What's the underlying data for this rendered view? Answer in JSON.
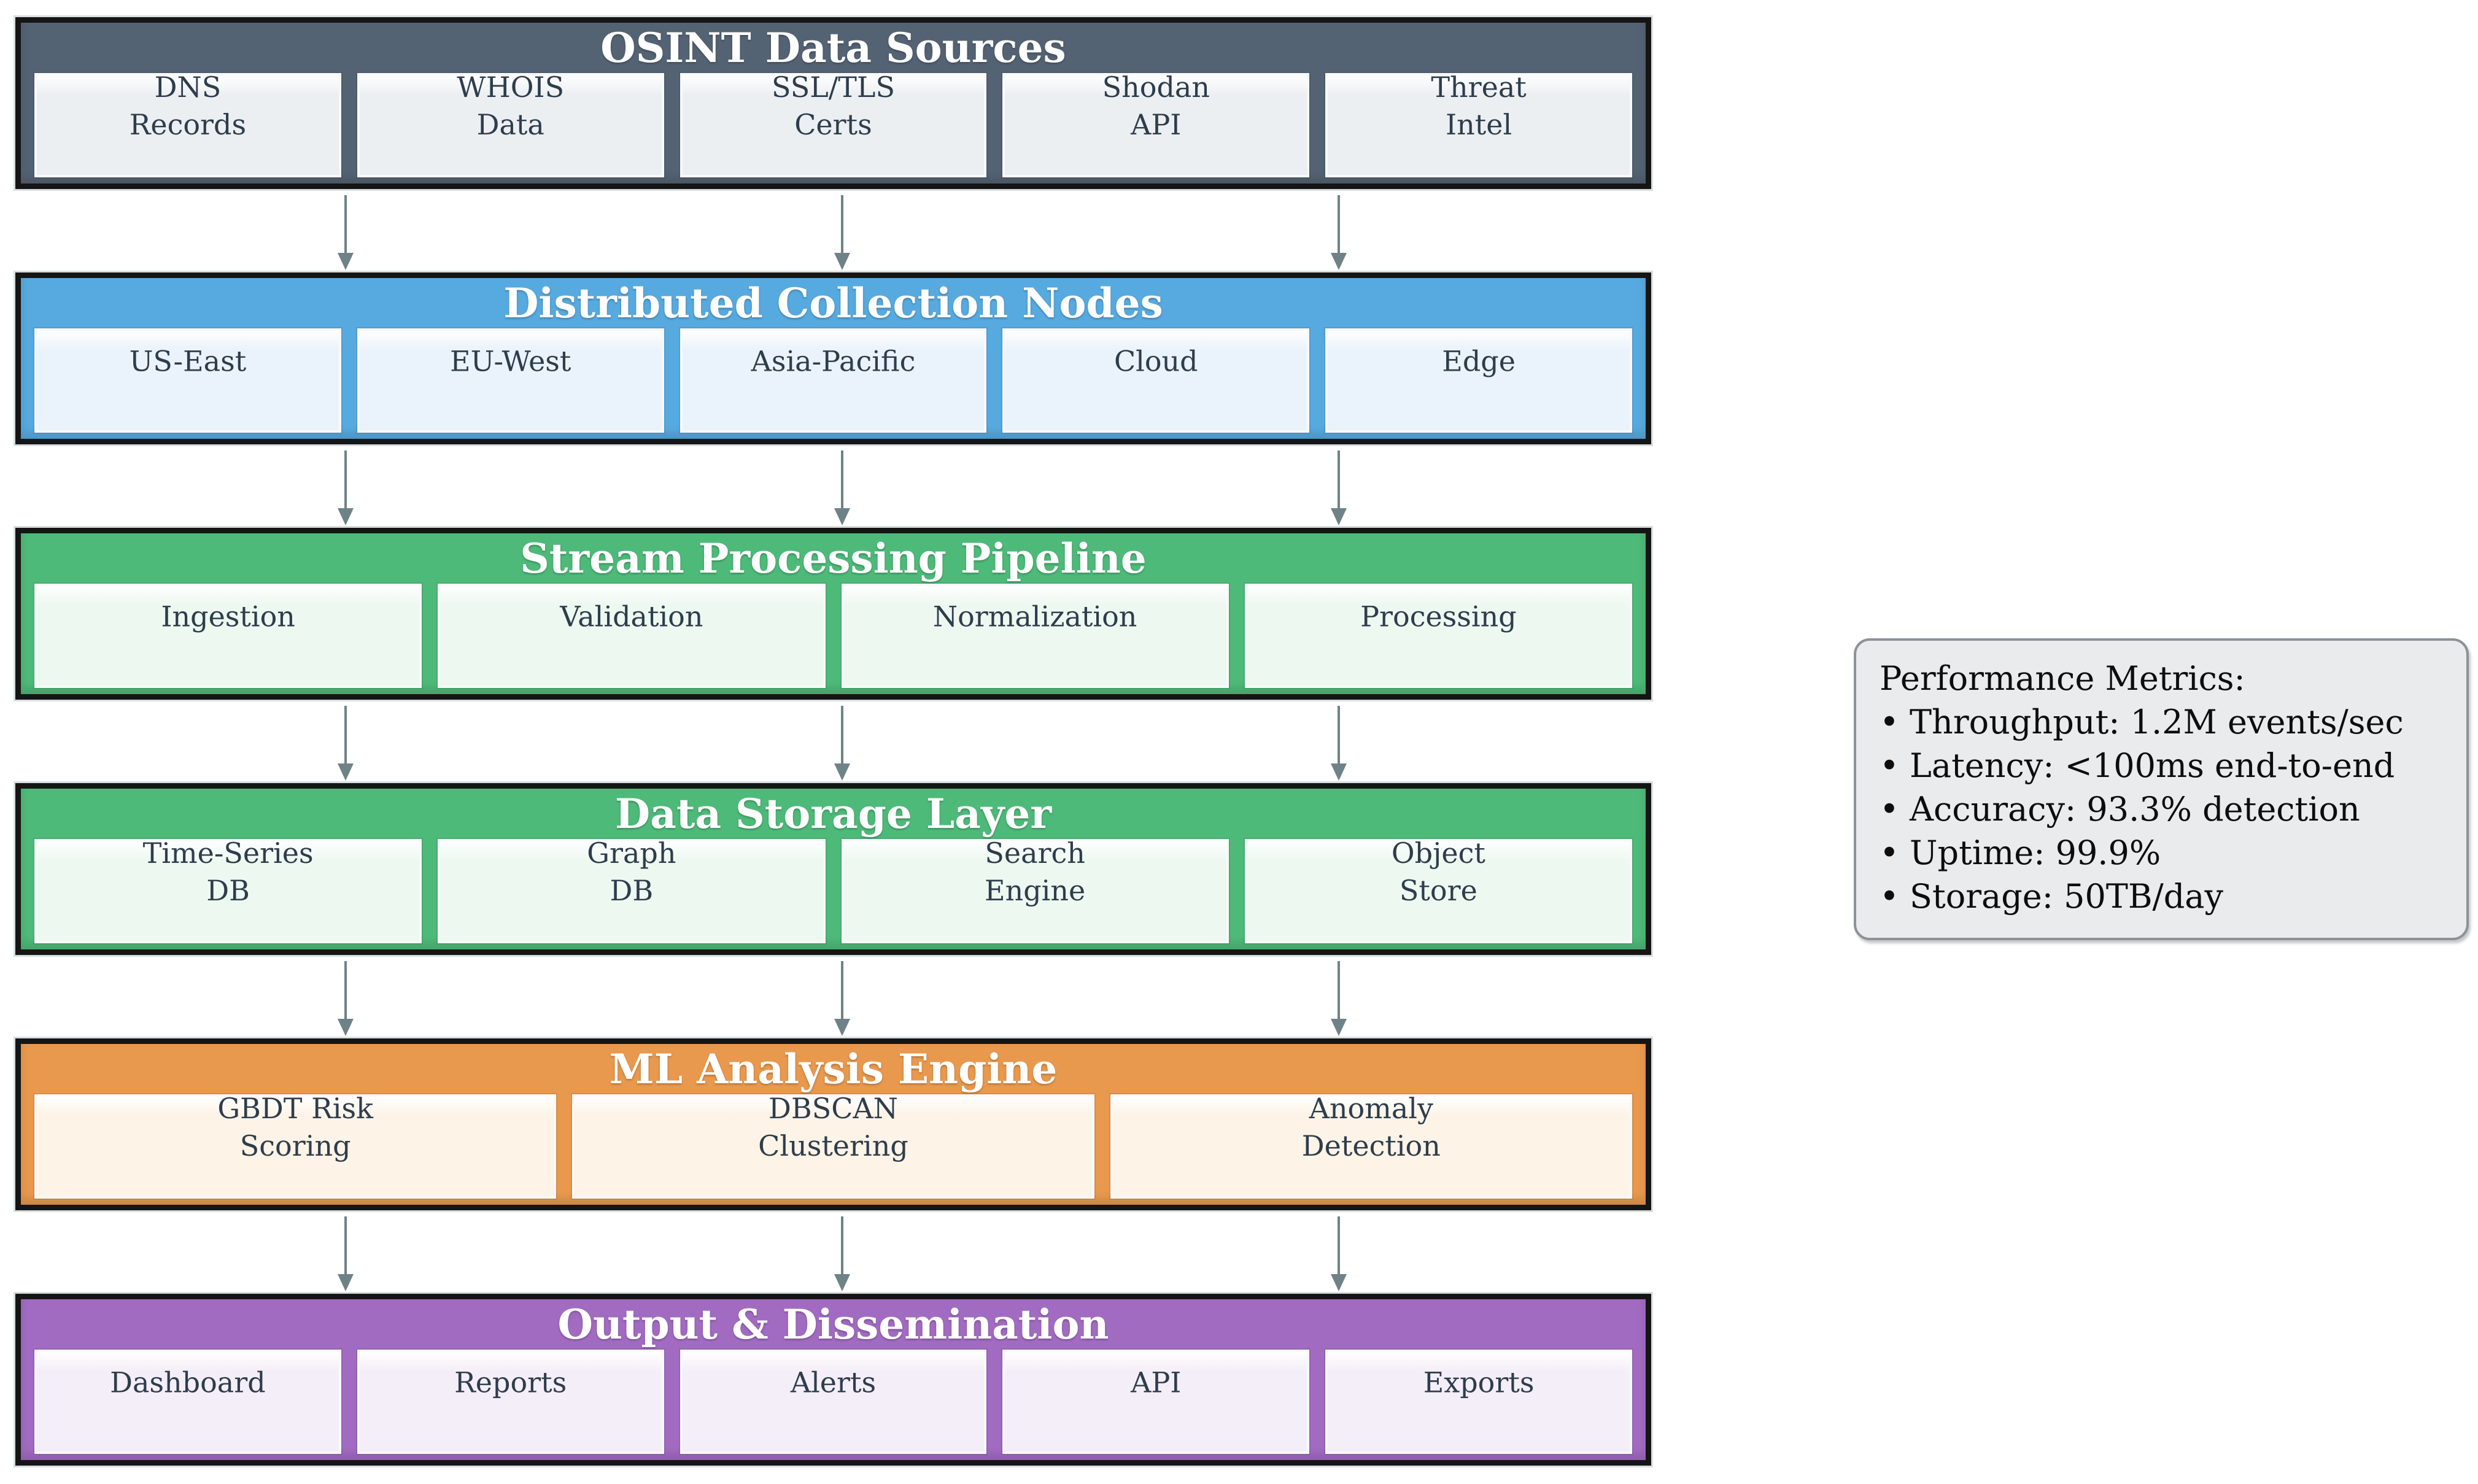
{
  "figure": {
    "background_color": "#ffffff",
    "arrow_color": "#6f8287",
    "layers": [
      {
        "id": "osint-data-sources",
        "title": "OSINT Data Sources",
        "band_color": "#546374",
        "box_fill": "#eceff2",
        "title_color": "#ffffff",
        "boxes": [
          "DNS\nRecords",
          "WHOIS\nData",
          "SSL/TLS\nCerts",
          "Shodan\nAPI",
          "Threat\nIntel"
        ]
      },
      {
        "id": "distributed-collection-nodes",
        "title": "Distributed Collection Nodes",
        "band_color": "#57aadf",
        "box_fill": "#eaf2fb",
        "title_color": "#ffffff",
        "boxes": [
          "US-East",
          "EU-West",
          "Asia-Pacific",
          "Cloud",
          "Edge"
        ]
      },
      {
        "id": "stream-processing-pipeline",
        "title": "Stream Processing Pipeline",
        "band_color": "#4eba79",
        "box_fill": "#edf8f0",
        "title_color": "#ffffff",
        "boxes": [
          "Ingestion",
          "Validation",
          "Normalization",
          "Processing"
        ]
      },
      {
        "id": "data-storage-layer",
        "title": "Data Storage Layer",
        "band_color": "#4eba79",
        "box_fill": "#edf8f0",
        "title_color": "#ffffff",
        "boxes": [
          "Time-Series\nDB",
          "Graph\nDB",
          "Search\nEngine",
          "Object\nStore"
        ]
      },
      {
        "id": "ml-analysis-engine",
        "title": "ML Analysis Engine",
        "band_color": "#e9994d",
        "box_fill": "#fdf3e6",
        "title_color": "#ffffff",
        "boxes": [
          "GBDT Risk\nScoring",
          "DBSCAN\nClustering",
          "Anomaly\nDetection"
        ]
      },
      {
        "id": "output-dissemination",
        "title": "Output & Dissemination",
        "band_color": "#a26bc2",
        "box_fill": "#f4eef8",
        "title_color": "#ffffff",
        "boxes": [
          "Dashboard",
          "Reports",
          "Alerts",
          "API",
          "Exports"
        ]
      }
    ],
    "metrics_panel": {
      "title": "Performance Metrics:",
      "bullet": "•",
      "items": [
        "Throughput: 1.2M events/sec",
        "Latency: <100ms end-to-end",
        "Accuracy: 93.3% detection",
        "Uptime: 99.9%",
        "Storage: 50TB/day"
      ],
      "bg_color": "#e9ebec",
      "border_color": "#8d9298",
      "text_color": "#0d0d0d"
    }
  }
}
